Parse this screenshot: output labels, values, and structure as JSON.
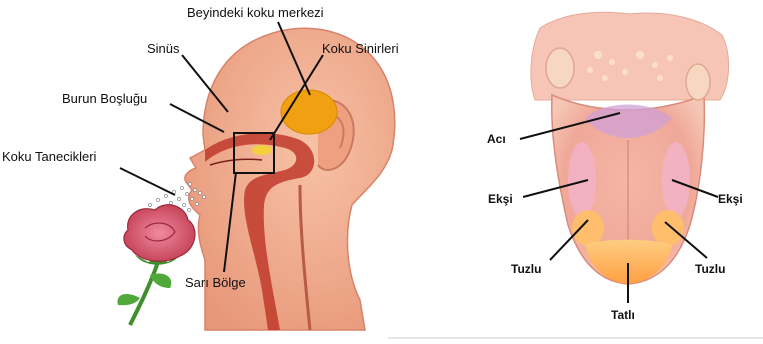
{
  "left_diagram": {
    "labels": {
      "beyin_koku_merkezi": "Beyindeki koku merkezi",
      "sinus": "Sinüs",
      "koku_sinirleri": "Koku Sinirleri",
      "burun_boslugu": "Burun Boşluğu",
      "koku_tanecikleri": "Koku Tanecikleri",
      "sari_bolge": "Sarı Bölge"
    }
  },
  "right_diagram": {
    "labels": {
      "aci": "Acı",
      "eksi_left": "Ekşi",
      "eksi_right": "Ekşi",
      "tuzlu_left": "Tuzlu",
      "tuzlu_right": "Tuzlu",
      "tatli": "Tatlı"
    }
  },
  "colors": {
    "skin": "#f2a98a",
    "skin_shadow": "#e08a6a",
    "brain_region": "#f0a010",
    "nasal_passage": "#c0392b",
    "rose": "#d9536b",
    "stem": "#3f8f2c",
    "tongue_base": "#f6c2b2",
    "tongue_sweet": "#ffa94d",
    "tongue_salty": "#ffb347",
    "tongue_sour": "#f5b7c5",
    "tongue_bitter": "#cfa0d6"
  }
}
